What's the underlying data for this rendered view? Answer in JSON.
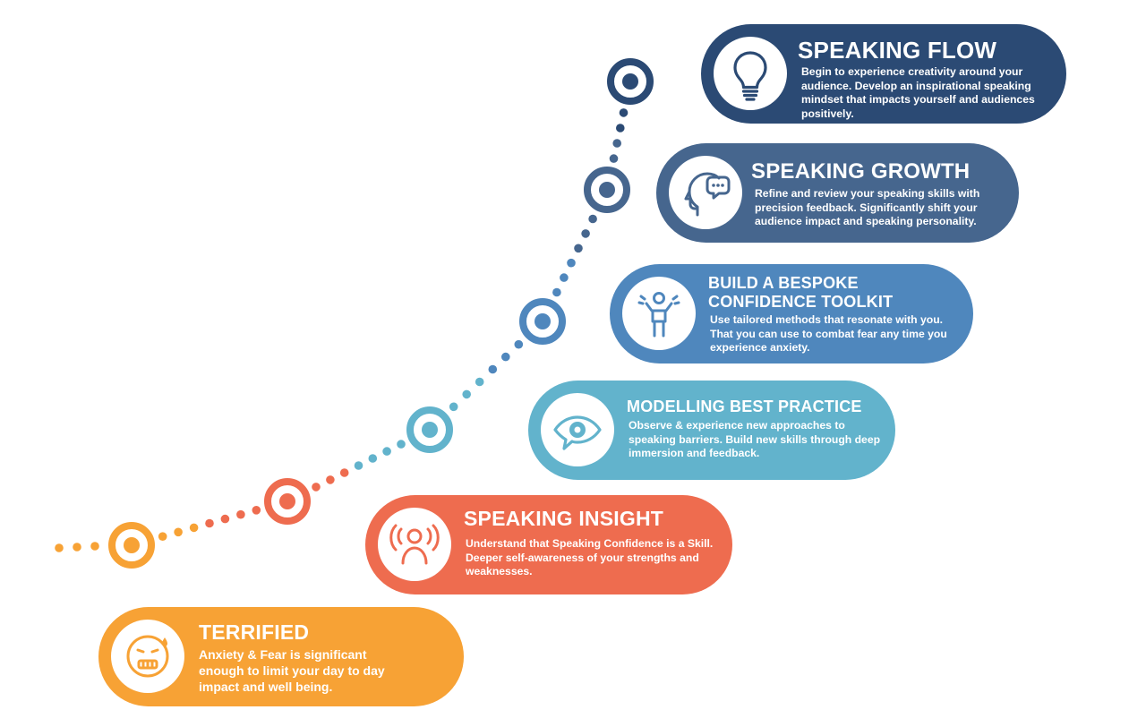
{
  "colors": {
    "flow": "#2b4a74",
    "growth": "#46668e",
    "toolkit": "#4f87bd",
    "modelling": "#62b3cc",
    "insight": "#ee6c4f",
    "terrified": "#f7a235",
    "white": "#ffffff"
  },
  "stages": [
    {
      "key": "terrified",
      "title": "TERRIFIED",
      "description": "Anxiety & Fear is significant enough to limit your day to day impact and well being.",
      "icon": "anxious-face-icon",
      "color": "#f7a235"
    },
    {
      "key": "insight",
      "title": "SPEAKING INSIGHT",
      "description": "Understand that Speaking Confidence is a Skill. Deeper self-awareness of your strengths and weaknesses.",
      "icon": "speaking-person-icon",
      "color": "#ee6c4f"
    },
    {
      "key": "modelling",
      "title": "MODELLING BEST PRACTICE",
      "description": "Observe & experience new approaches to speaking barriers. Build new skills through deep immersion and feedback.",
      "icon": "eye-speech-icon",
      "color": "#62b3cc"
    },
    {
      "key": "toolkit",
      "title": "BUILD A BESPOKE CONFIDENCE TOOLKIT",
      "description": "Use tailored methods that resonate with you. That you can use to combat fear any time you experience anxiety.",
      "icon": "confident-person-icon",
      "color": "#4f87bd"
    },
    {
      "key": "growth",
      "title": "SPEAKING GROWTH",
      "description": "Refine and review your speaking skills with precision feedback. Significantly shift your audience impact and speaking personality.",
      "icon": "head-speech-bubble-icon",
      "color": "#46668e"
    },
    {
      "key": "flow",
      "title": "SPEAKING FLOW",
      "description": "Begin to experience creativity  around your audience. Develop an inspirational  speaking mindset that impacts yourself and audiences positively.",
      "icon": "lightbulb-icon",
      "color": "#2b4a74"
    }
  ]
}
